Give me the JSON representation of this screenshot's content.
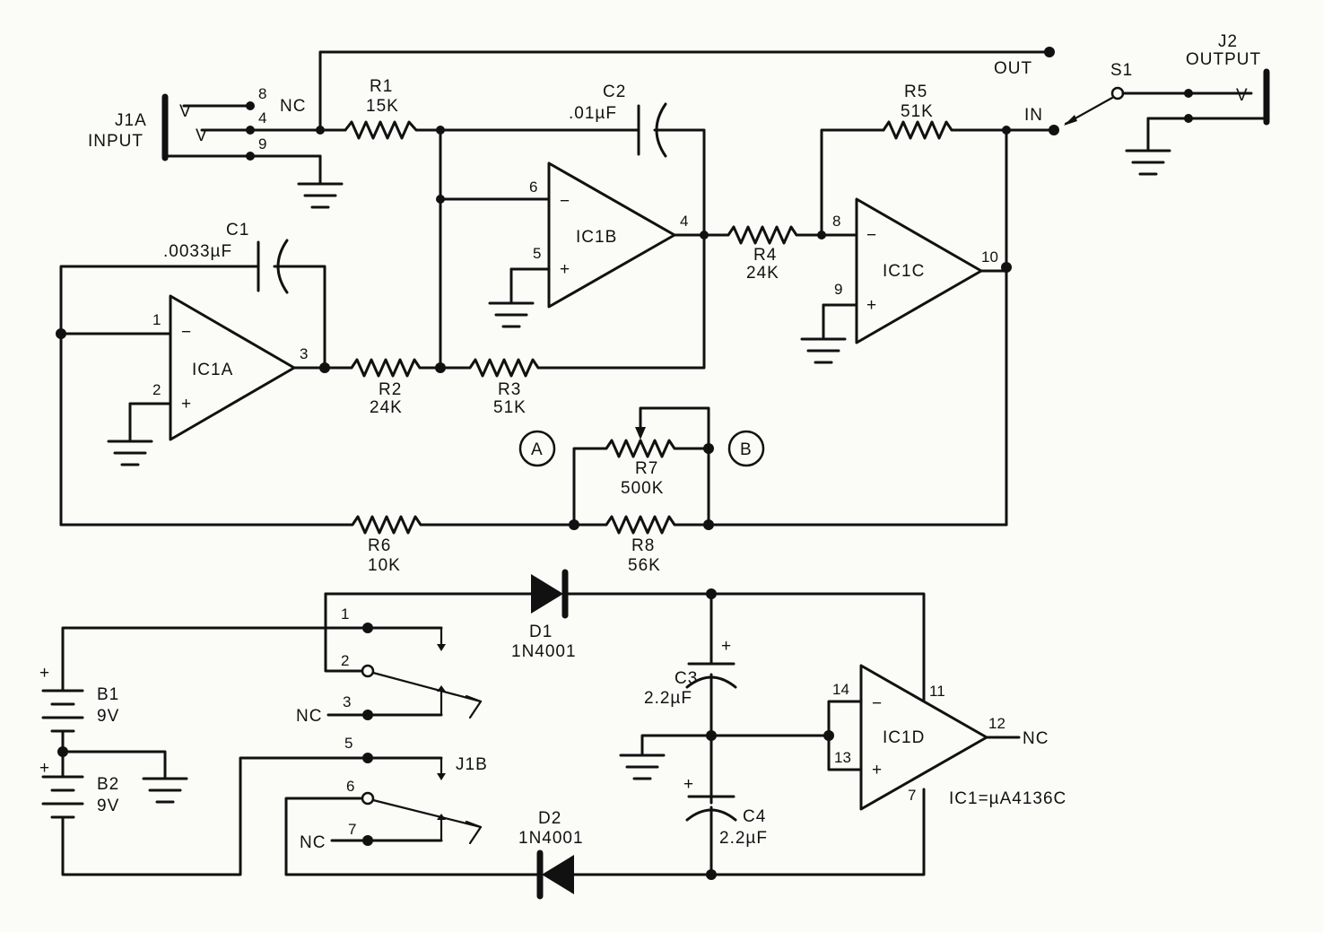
{
  "labels": {
    "j1a": "J1A",
    "input": "INPUT",
    "out": "OUT",
    "j2": "J2",
    "output": "OUTPUT",
    "s1": "S1",
    "in": "IN",
    "nc": "NC",
    "v": "V",
    "plus": "+",
    "minus": "−",
    "j1b": "J1B",
    "ic_note": "IC1=µA4136C",
    "node_a": "A",
    "node_b": "B"
  },
  "resistors": {
    "r1": {
      "name": "R1",
      "value": "15K"
    },
    "r2": {
      "name": "R2",
      "value": "24K"
    },
    "r3": {
      "name": "R3",
      "value": "51K"
    },
    "r4": {
      "name": "R4",
      "value": "24K"
    },
    "r5": {
      "name": "R5",
      "value": "51K"
    },
    "r6": {
      "name": "R6",
      "value": "10K"
    },
    "r7": {
      "name": "R7",
      "value": "500K"
    },
    "r8": {
      "name": "R8",
      "value": "56K"
    }
  },
  "capacitors": {
    "c1": {
      "name": "C1",
      "value": ".0033µF"
    },
    "c2": {
      "name": "C2",
      "value": ".01µF"
    },
    "c3": {
      "name": "C3",
      "value": "2.2µF"
    },
    "c4": {
      "name": "C4",
      "value": "2.2µF"
    }
  },
  "diodes": {
    "d1": {
      "name": "D1",
      "value": "1N4001"
    },
    "d2": {
      "name": "D2",
      "value": "1N4001"
    }
  },
  "batteries": {
    "b1": {
      "name": "B1",
      "value": "9V"
    },
    "b2": {
      "name": "B2",
      "value": "9V"
    }
  },
  "opamps": {
    "ic1a": "IC1A",
    "ic1b": "IC1B",
    "ic1c": "IC1C",
    "ic1d": "IC1D"
  },
  "pins": {
    "p1": "1",
    "p2": "2",
    "p3": "3",
    "p4": "4",
    "p5": "5",
    "p6": "6",
    "p7": "7",
    "p8": "8",
    "p9": "9",
    "p10": "10",
    "p11": "11",
    "p12": "12",
    "p13": "13",
    "p14": "14"
  }
}
